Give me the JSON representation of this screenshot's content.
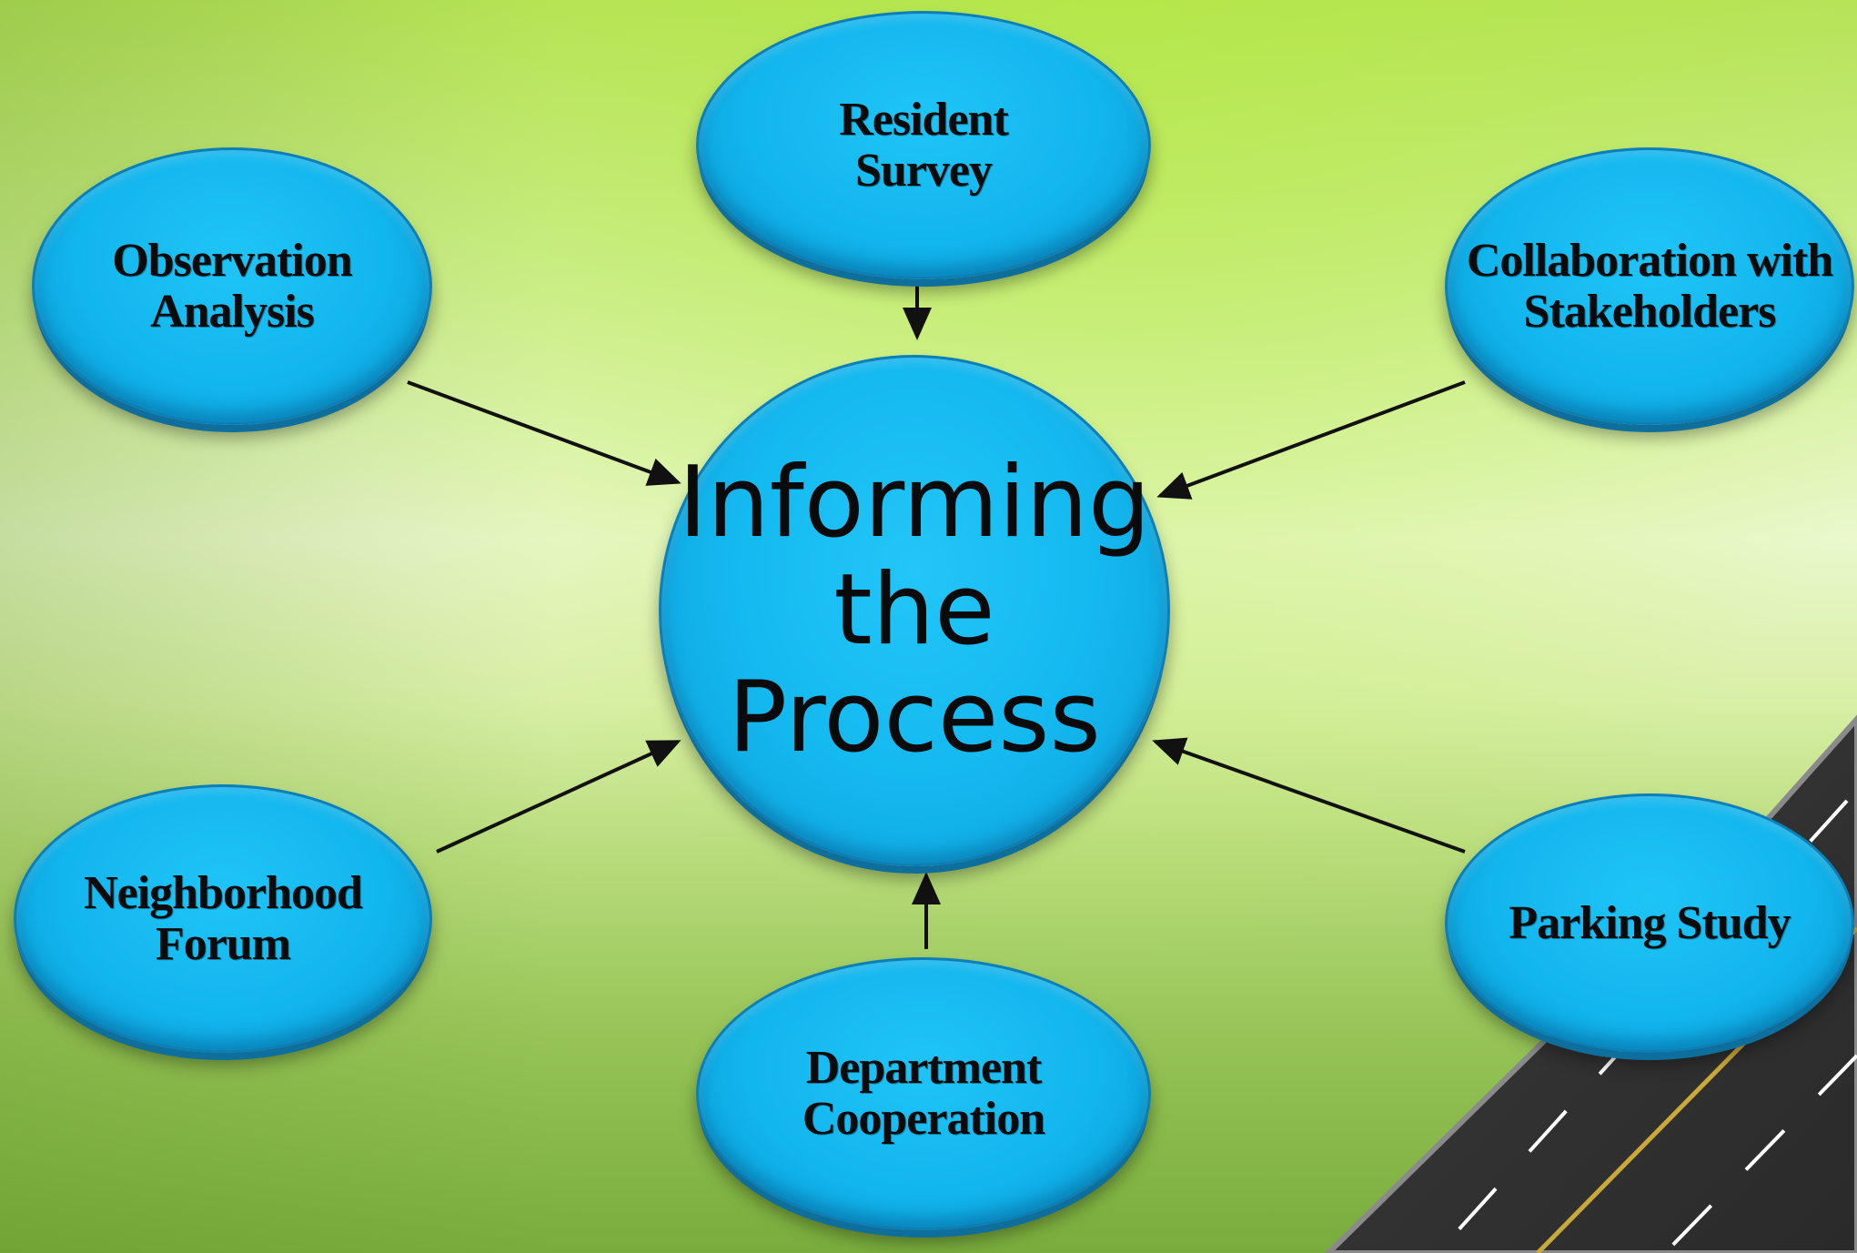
{
  "diagram": {
    "center": {
      "label": "Informing\nthe\nProcess"
    },
    "nodes": [
      {
        "id": "resident-survey",
        "label": "Resident\nSurvey"
      },
      {
        "id": "observation-analysis",
        "label": "Observation\nAnalysis"
      },
      {
        "id": "collaboration-with-stakeholders",
        "label": "Collaboration with\nStakeholders"
      },
      {
        "id": "neighborhood-forum",
        "label": "Neighborhood\nForum"
      },
      {
        "id": "parking-study",
        "label": "Parking Study"
      },
      {
        "id": "department-cooperation",
        "label": "Department\nCooperation"
      }
    ]
  },
  "colors": {
    "node_fill": "#12b6ee",
    "node_border": "#0b7fb6",
    "arrow": "#111111",
    "background_top": "#b6e25a",
    "background_bottom": "#79ac3c"
  },
  "decorations": {
    "road_icon": "road-illustration"
  }
}
